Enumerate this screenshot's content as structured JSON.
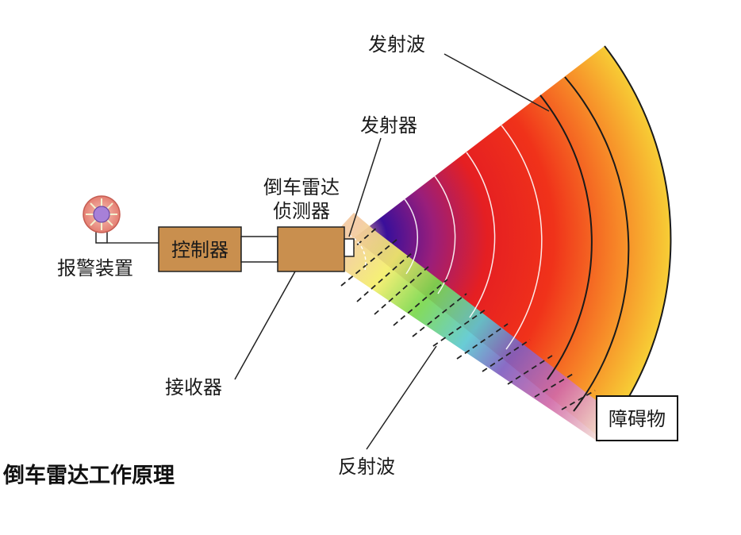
{
  "labels": {
    "transmit_wave": "发射波",
    "transmitter": "发射器",
    "detector_line1": "倒车雷达",
    "detector_line2": "侦测器",
    "controller": "控制器",
    "alarm": "报警装置",
    "receiver": "接收器",
    "reflected_wave": "反射波",
    "obstacle": "障碍物",
    "caption": "倒车雷达工作原理"
  },
  "colors": {
    "box_fill": "#c98f4e",
    "alarm_ring": "#e8837a",
    "alarm_core": "#a780d8",
    "wave_inner": "#3a0f9a",
    "wave_mid": "#ee2a1a",
    "wave_outer": "#f7e23a",
    "obstacle_border": "#111111"
  },
  "icons": [
    "alarm-icon",
    "radar-sensor-icon"
  ]
}
